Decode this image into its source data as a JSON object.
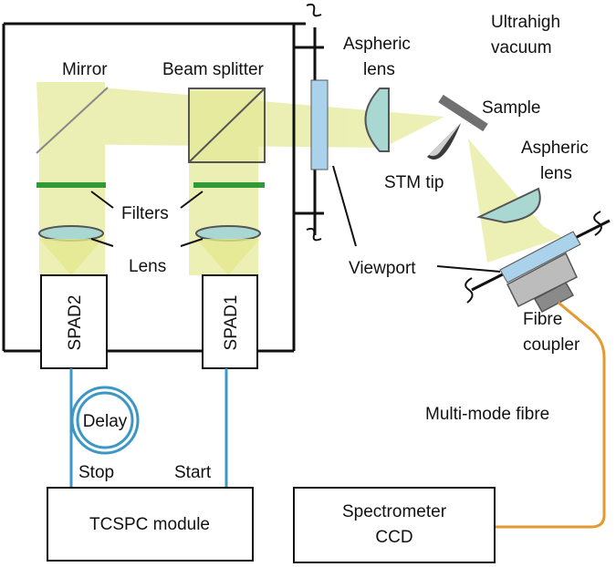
{
  "labels": {
    "ultrahigh_vacuum_line1": "Ultrahigh",
    "ultrahigh_vacuum_line2": "vacuum",
    "aspheric_lens_top_line1": "Aspheric",
    "aspheric_lens_top_line2": "lens",
    "sample": "Sample",
    "stm_tip": "STM tip",
    "aspheric_lens_right_line1": "Aspheric",
    "aspheric_lens_right_line2": "lens",
    "mirror": "Mirror",
    "beam_splitter": "Beam splitter",
    "filters": "Filters",
    "lens": "Lens",
    "viewport": "Viewport",
    "spad2": "SPAD2",
    "spad1": "SPAD1",
    "fibre_coupler_line1": "Fibre",
    "fibre_coupler_line2": "coupler",
    "delay": "Delay",
    "stop": "Stop",
    "start": "Start",
    "multimode_fibre": "Multi-mode fibre",
    "tcspc_module": "TCSPC module",
    "spectrometer_line1": "Spectrometer",
    "spectrometer_line2": "CCD"
  },
  "colors": {
    "beam": "#ecefb0",
    "filter": "#2f9a36",
    "lens_fill": "#a9d7d2",
    "viewport_fill": "#aad2ea",
    "fibre_blue": "#3c97c6",
    "fibre_orange": "#e39a30",
    "stm_tip": "#3a3a3a",
    "sample": "#707070",
    "coupler_gray": "#8a8a8a",
    "outline": "#111111"
  }
}
